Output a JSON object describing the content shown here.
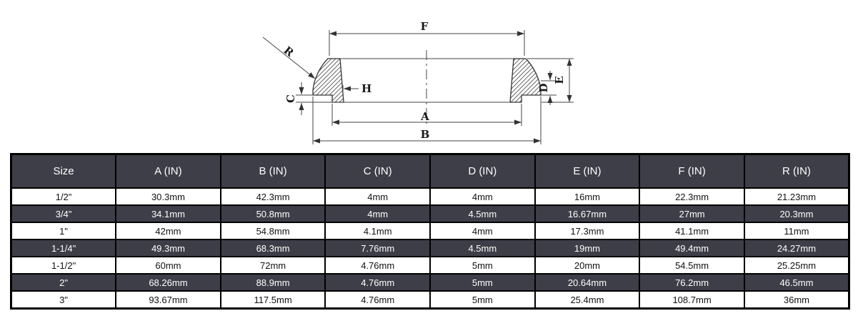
{
  "diagram": {
    "labels": {
      "f": "F",
      "r": "R",
      "h": "H",
      "c": "C",
      "a": "A",
      "b": "B",
      "d": "D",
      "e": "E"
    }
  },
  "table": {
    "columns": [
      "Size",
      "A (IN)",
      "B (IN)",
      "C (IN)",
      "D (IN)",
      "E (IN)",
      "F (IN)",
      "R (IN)"
    ],
    "rows": [
      [
        "1/2\"",
        "30.3mm",
        "42.3mm",
        "4mm",
        "4mm",
        "16mm",
        "22.3mm",
        "21.23mm"
      ],
      [
        "3/4\"",
        "34.1mm",
        "50.8mm",
        "4mm",
        "4.5mm",
        "16.67mm",
        "27mm",
        "20.3mm"
      ],
      [
        "1\"",
        "42mm",
        "54.8mm",
        "4.1mm",
        "4mm",
        "17.3mm",
        "41.1mm",
        "11mm"
      ],
      [
        "1-1/4\"",
        "49.3mm",
        "68.3mm",
        "7.76mm",
        "4.5mm",
        "19mm",
        "49.4mm",
        "24.27mm"
      ],
      [
        "1-1/2\"",
        "60mm",
        "72mm",
        "4.76mm",
        "5mm",
        "20mm",
        "54.5mm",
        "25.25mm"
      ],
      [
        "2\"",
        "68.26mm",
        "88.9mm",
        "4.76mm",
        "5mm",
        "20.64mm",
        "76.2mm",
        "46.5mm"
      ],
      [
        "3\"",
        "93.67mm",
        "117.5mm",
        "4.76mm",
        "5mm",
        "25.4mm",
        "108.7mm",
        "36mm"
      ]
    ]
  },
  "colors": {
    "table_header_bg": "#3e3e48",
    "table_alt_row_bg": "#3e3e48",
    "table_row_bg": "#ffffff",
    "table_border": "#000000",
    "line_color": "#444444"
  }
}
